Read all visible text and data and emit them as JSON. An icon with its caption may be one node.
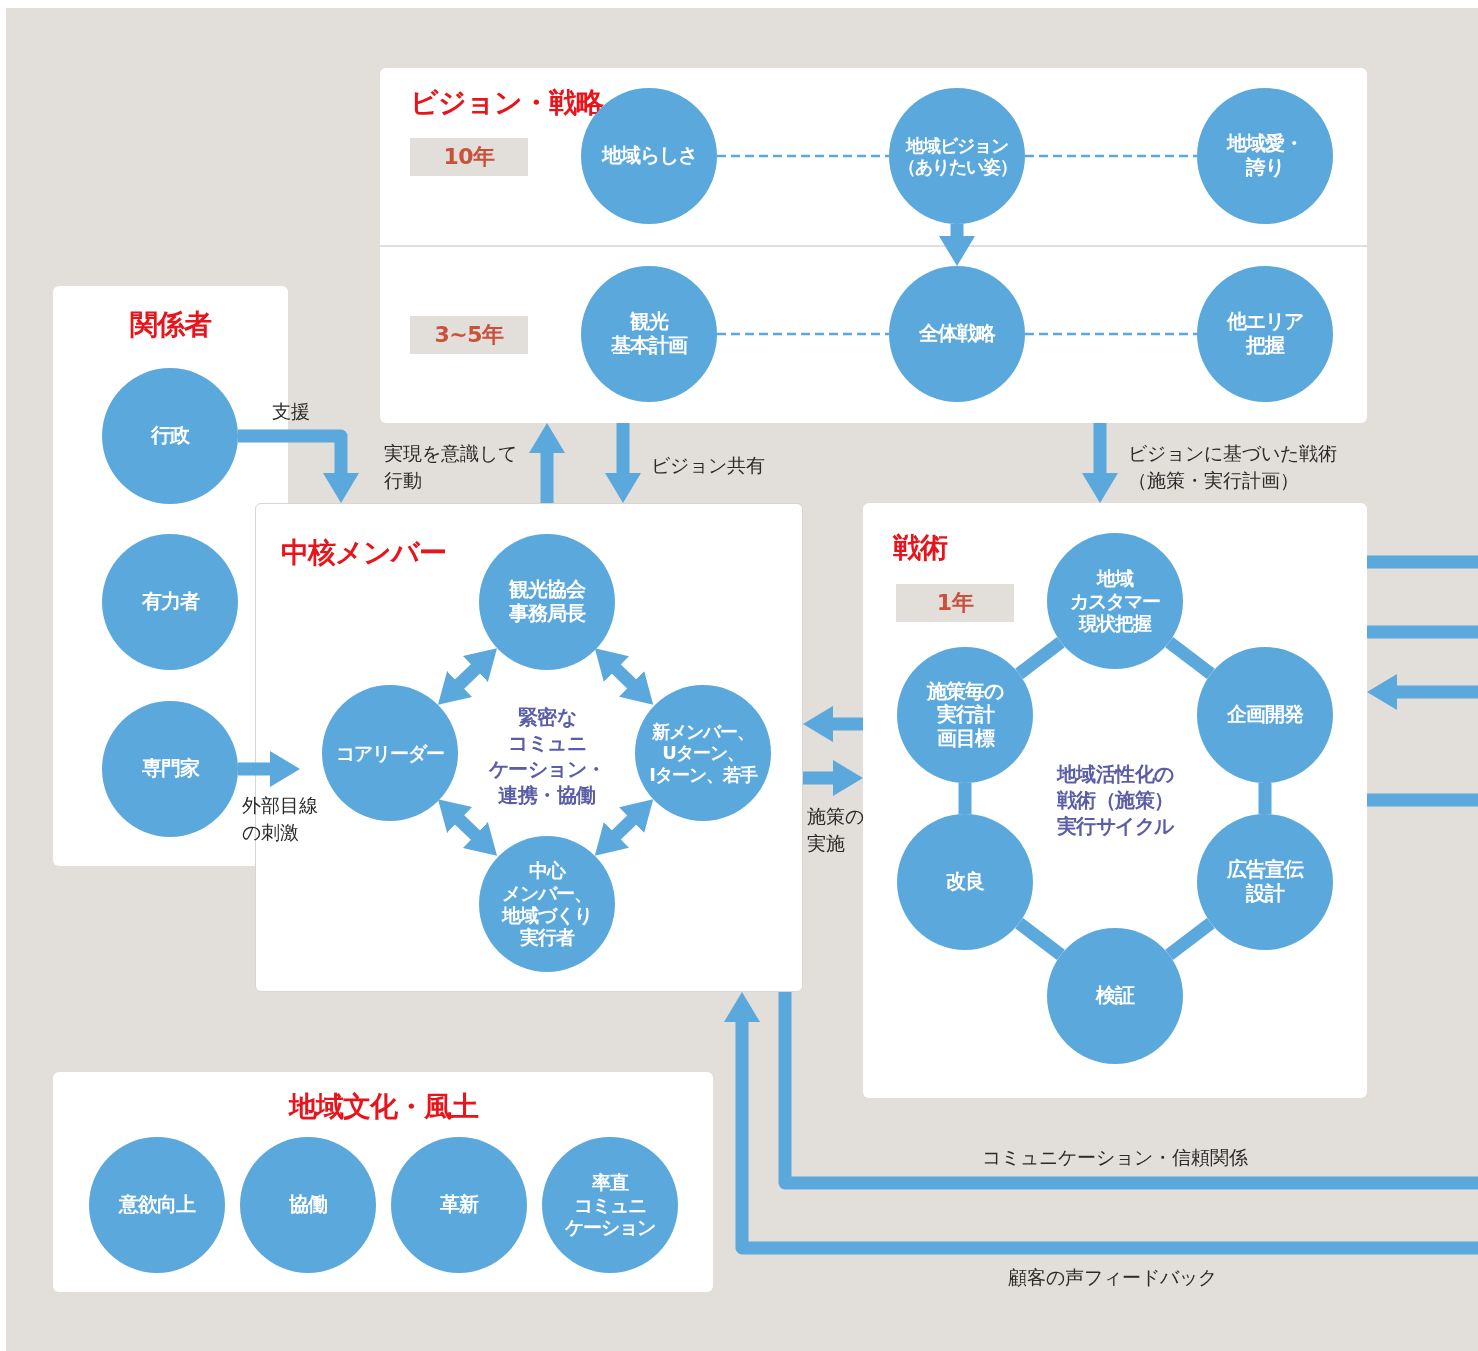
{
  "diagram": {
    "nodes": [
      {
        "text": [
          "ビジョン・戦略"
        ]
      },
      {
        "text": [
          "10年"
        ],
        "in": 0
      },
      {
        "text": [
          "地域らしさ"
        ],
        "in": 0
      },
      {
        "text": [
          "地域ビジョン（ありたい姿）"
        ],
        "in": 0
      },
      {
        "text": [
          "地域愛・誇り"
        ],
        "in": 0
      },
      {
        "text": [
          "3~5年"
        ],
        "in": 0
      },
      {
        "text": [
          "観光基本計画"
        ],
        "in": 0
      },
      {
        "text": [
          "全体戦略"
        ],
        "in": 0
      },
      {
        "text": [
          "他エリア把握"
        ],
        "in": 0
      },
      {
        "text": [
          "関係者"
        ]
      },
      {
        "text": [
          "行政"
        ],
        "in": 9
      },
      {
        "text": [
          "有力者"
        ],
        "in": 9
      },
      {
        "text": [
          "専門家"
        ],
        "in": 9
      },
      {
        "text": [
          "中核メンバー",
          "緊密なコミュニケーション・連携・協働"
        ]
      },
      {
        "text": [
          "観光協会事務局長"
        ],
        "in": 13
      },
      {
        "text": [
          "コアリーダー"
        ],
        "in": 13
      },
      {
        "text": [
          "新メンバー、Uターン、Iターン、若手"
        ],
        "in": 13
      },
      {
        "text": [
          "中心メンバー、地域づくり実行者"
        ],
        "in": 13
      },
      {
        "text": [
          "戦術",
          "地域活性化の戦術（施策）実行サイクル"
        ]
      },
      {
        "text": [
          "1年"
        ],
        "in": 18
      },
      {
        "text": [
          "地域カスタマー現状把握"
        ],
        "in": 18
      },
      {
        "text": [
          "施策毎の実行計画目標"
        ],
        "in": 18
      },
      {
        "text": [
          "企画開発"
        ],
        "in": 18
      },
      {
        "text": [
          "改良"
        ],
        "in": 18
      },
      {
        "text": [
          "広告宣伝設計"
        ],
        "in": 18
      },
      {
        "text": [
          "検証"
        ],
        "in": 18
      },
      {
        "text": [
          "地域文化・風土"
        ]
      },
      {
        "text": [
          "意欲向上"
        ],
        "in": 26
      },
      {
        "text": [
          "協働"
        ],
        "in": 26
      },
      {
        "text": [
          "革新"
        ],
        "in": 26
      },
      {
        "text": [
          "率直コミュニケーション"
        ],
        "in": 26
      }
    ],
    "edges": [
      {
        "from": 2,
        "to": 3,
        "arrow": "none",
        "style": "dashed"
      },
      {
        "from": 3,
        "to": 4,
        "arrow": "none",
        "style": "dashed"
      },
      {
        "from": 6,
        "to": 7,
        "arrow": "none",
        "style": "dashed"
      },
      {
        "from": 7,
        "to": 8,
        "arrow": "none",
        "style": "dashed"
      },
      {
        "from": 3,
        "to": 7,
        "arrow": "to"
      },
      {
        "from": 10,
        "to": 13,
        "arrow": "to",
        "label": "支援"
      },
      {
        "from": 12,
        "to": 13,
        "arrow": "to",
        "label": "外部目線の刺激"
      },
      {
        "from": 13,
        "to": 0,
        "arrow": "to",
        "label": "実現を意識して行動"
      },
      {
        "from": 0,
        "to": 13,
        "arrow": "to",
        "label": "ビジョン共有"
      },
      {
        "from": 0,
        "to": 18,
        "arrow": "to",
        "label": "ビジョンに基づいた戦術（施策・実行計画）"
      },
      {
        "from": 18,
        "to": 13,
        "arrow": "to"
      },
      {
        "from": 13,
        "to": 18,
        "arrow": "to",
        "label": "施策の実施"
      },
      {
        "from": 15,
        "to": 14,
        "arrow": "both"
      },
      {
        "from": 14,
        "to": 16,
        "arrow": "both"
      },
      {
        "from": 15,
        "to": 17,
        "arrow": "both"
      },
      {
        "from": 17,
        "to": 16,
        "arrow": "both"
      },
      {
        "from": 20,
        "to": 22,
        "arrow": "none"
      },
      {
        "from": 22,
        "to": 24,
        "arrow": "none"
      },
      {
        "from": 24,
        "to": 25,
        "arrow": "none"
      },
      {
        "from": 25,
        "to": 23,
        "arrow": "none"
      },
      {
        "from": 23,
        "to": 21,
        "arrow": "none"
      },
      {
        "from": 21,
        "to": 20,
        "arrow": "none"
      },
      {
        "from": 18,
        "to": null,
        "arrow": "none"
      },
      {
        "from": 18,
        "to": null,
        "arrow": "none"
      },
      {
        "from": null,
        "to": 18,
        "arrow": "to"
      },
      {
        "from": 18,
        "to": null,
        "arrow": "none"
      },
      {
        "from": 13,
        "to": null,
        "arrow": "none",
        "label": "コミュニケーション・信頼関係"
      },
      {
        "from": null,
        "to": 13,
        "arrow": "to",
        "label": "顧客の声フィードバック"
      }
    ]
  }
}
